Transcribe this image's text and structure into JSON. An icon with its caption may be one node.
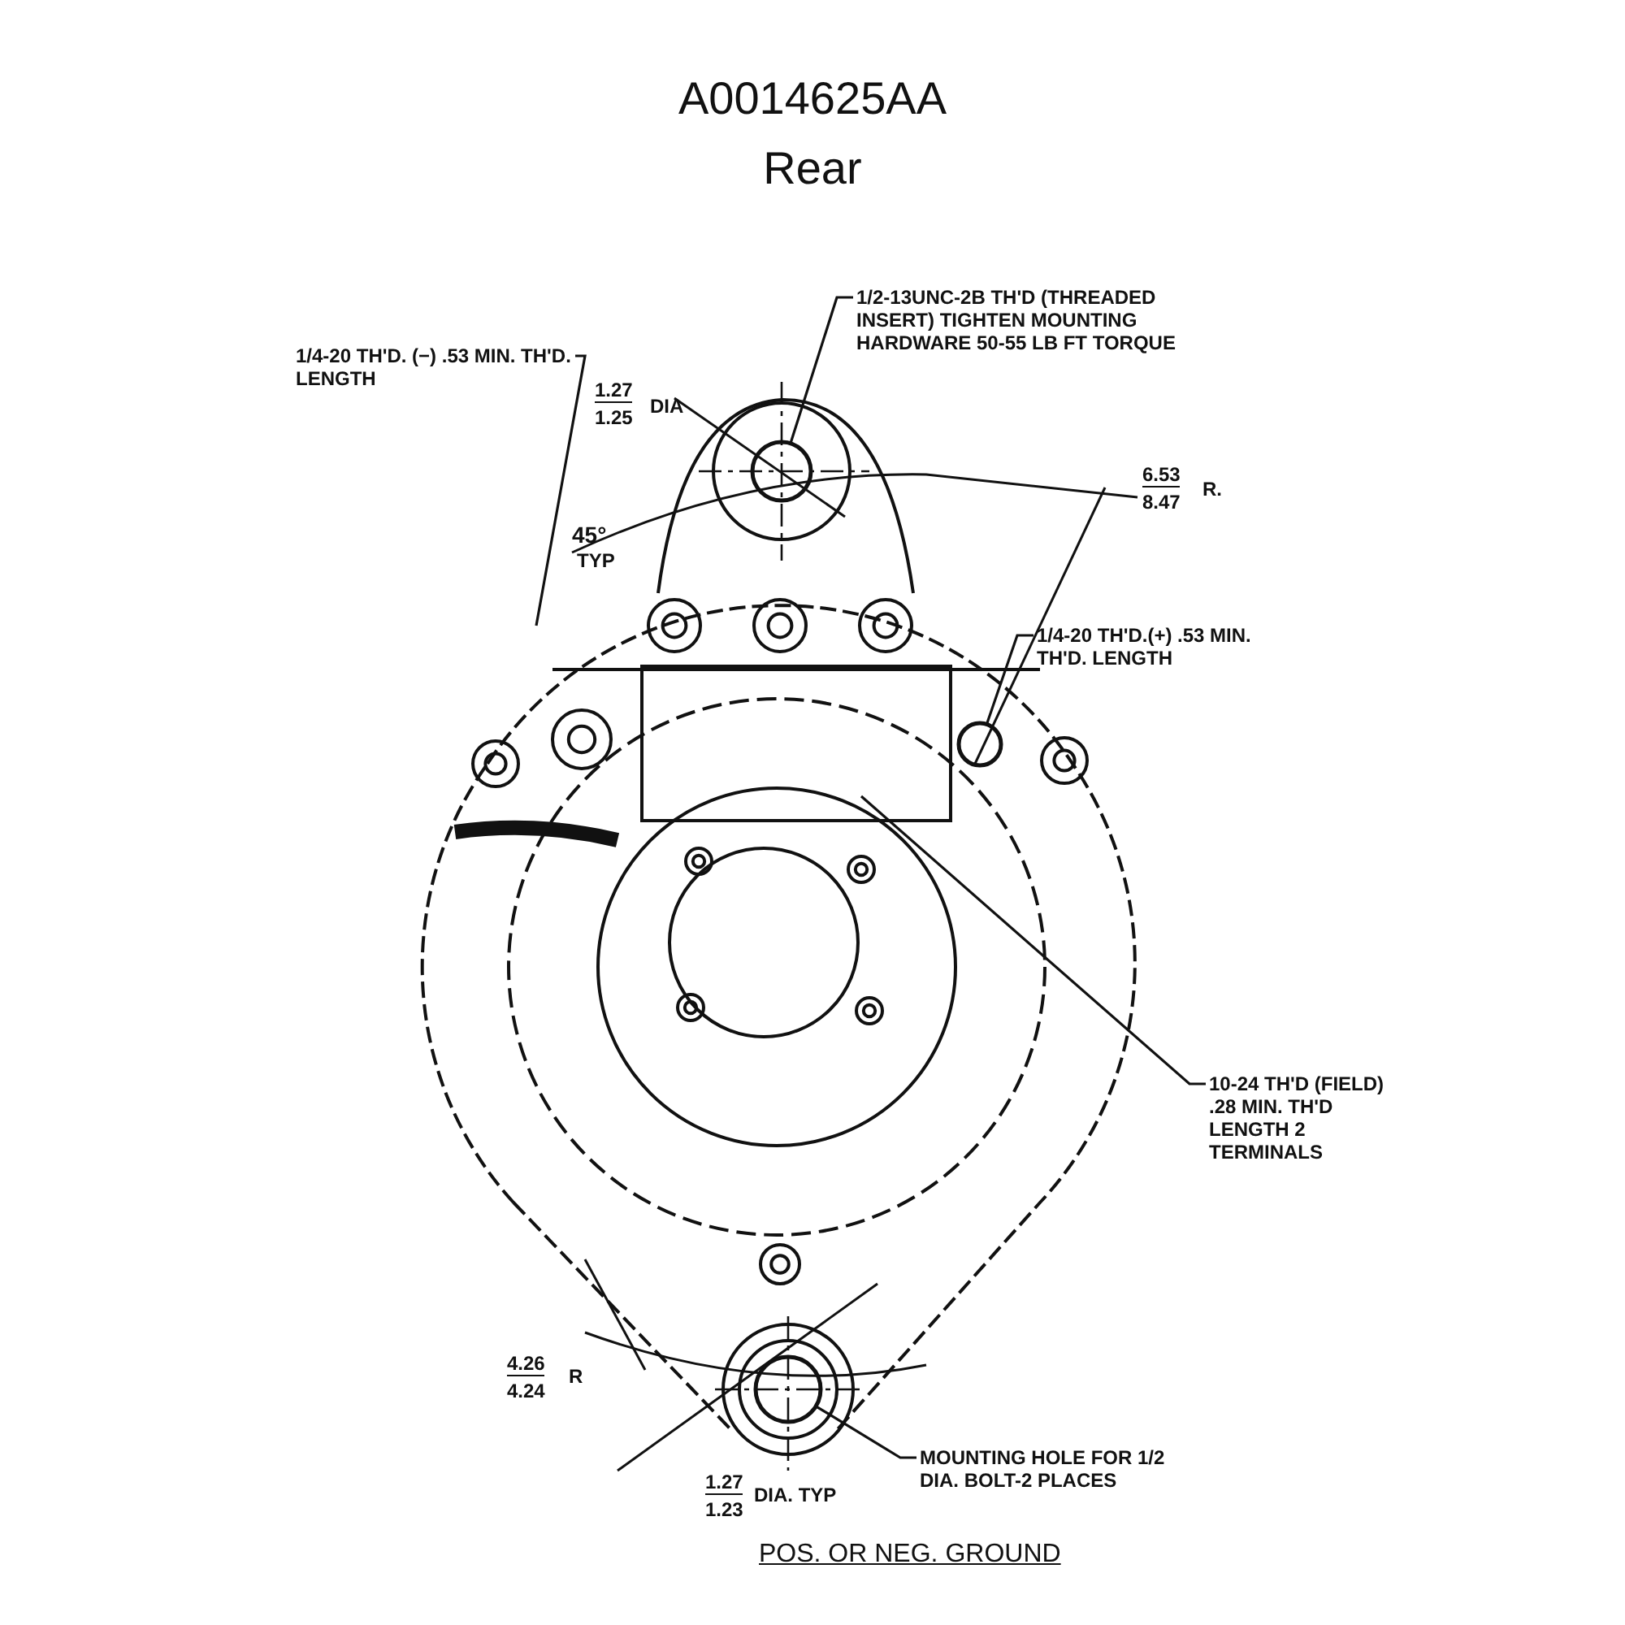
{
  "diagram": {
    "title": "A0014625AA",
    "nodes": [
      {
        "text": [
          "1/4-20 TH'D. (−) .53 MIN. TH'D. LENGTH"
        ]
      },
      {
        "text": [
          "1/2-13UNC-2B TH'D (THREADED INSERT) TIGHTEN MOUNTING HARDWARE 50-55 LB FT TORQUE"
        ]
      },
      {
        "text": [],
        "shape": "circle"
      },
      {
        "text": [
          "1/4-20 TH'D.(+) .53 MIN. TH'D. LENGTH"
        ]
      },
      {
        "text": [],
        "shape": "circle"
      },
      {
        "text": [
          "10-24 TH'D (FIELD) .28 MIN. TH'D LENGTH 2 TERMINALS"
        ]
      },
      {
        "text": [
          "MOUNTING HOLE FOR 1/2 DIA. BOLT-2 PLACES"
        ]
      },
      {
        "text": [],
        "shape": "circle"
      }
    ],
    "edges": [
      {
        "from": 0,
        "to": null,
        "arrow": "none"
      },
      {
        "from": 1,
        "to": 2,
        "arrow": "none"
      },
      {
        "from": 3,
        "to": 4,
        "arrow": "none"
      },
      {
        "from": 5,
        "to": null,
        "arrow": "none"
      },
      {
        "from": 6,
        "to": 7,
        "arrow": "none"
      }
    ],
    "labels": [
      "Rear",
      "1.27",
      "1.25",
      "DIA",
      "45°",
      "TYP",
      "6.53",
      "8.47",
      "R.",
      "4.26",
      "4.24",
      "R",
      "1.27",
      "1.23",
      "DIA. TYP",
      "POS. OR NEG. GROUND"
    ]
  }
}
